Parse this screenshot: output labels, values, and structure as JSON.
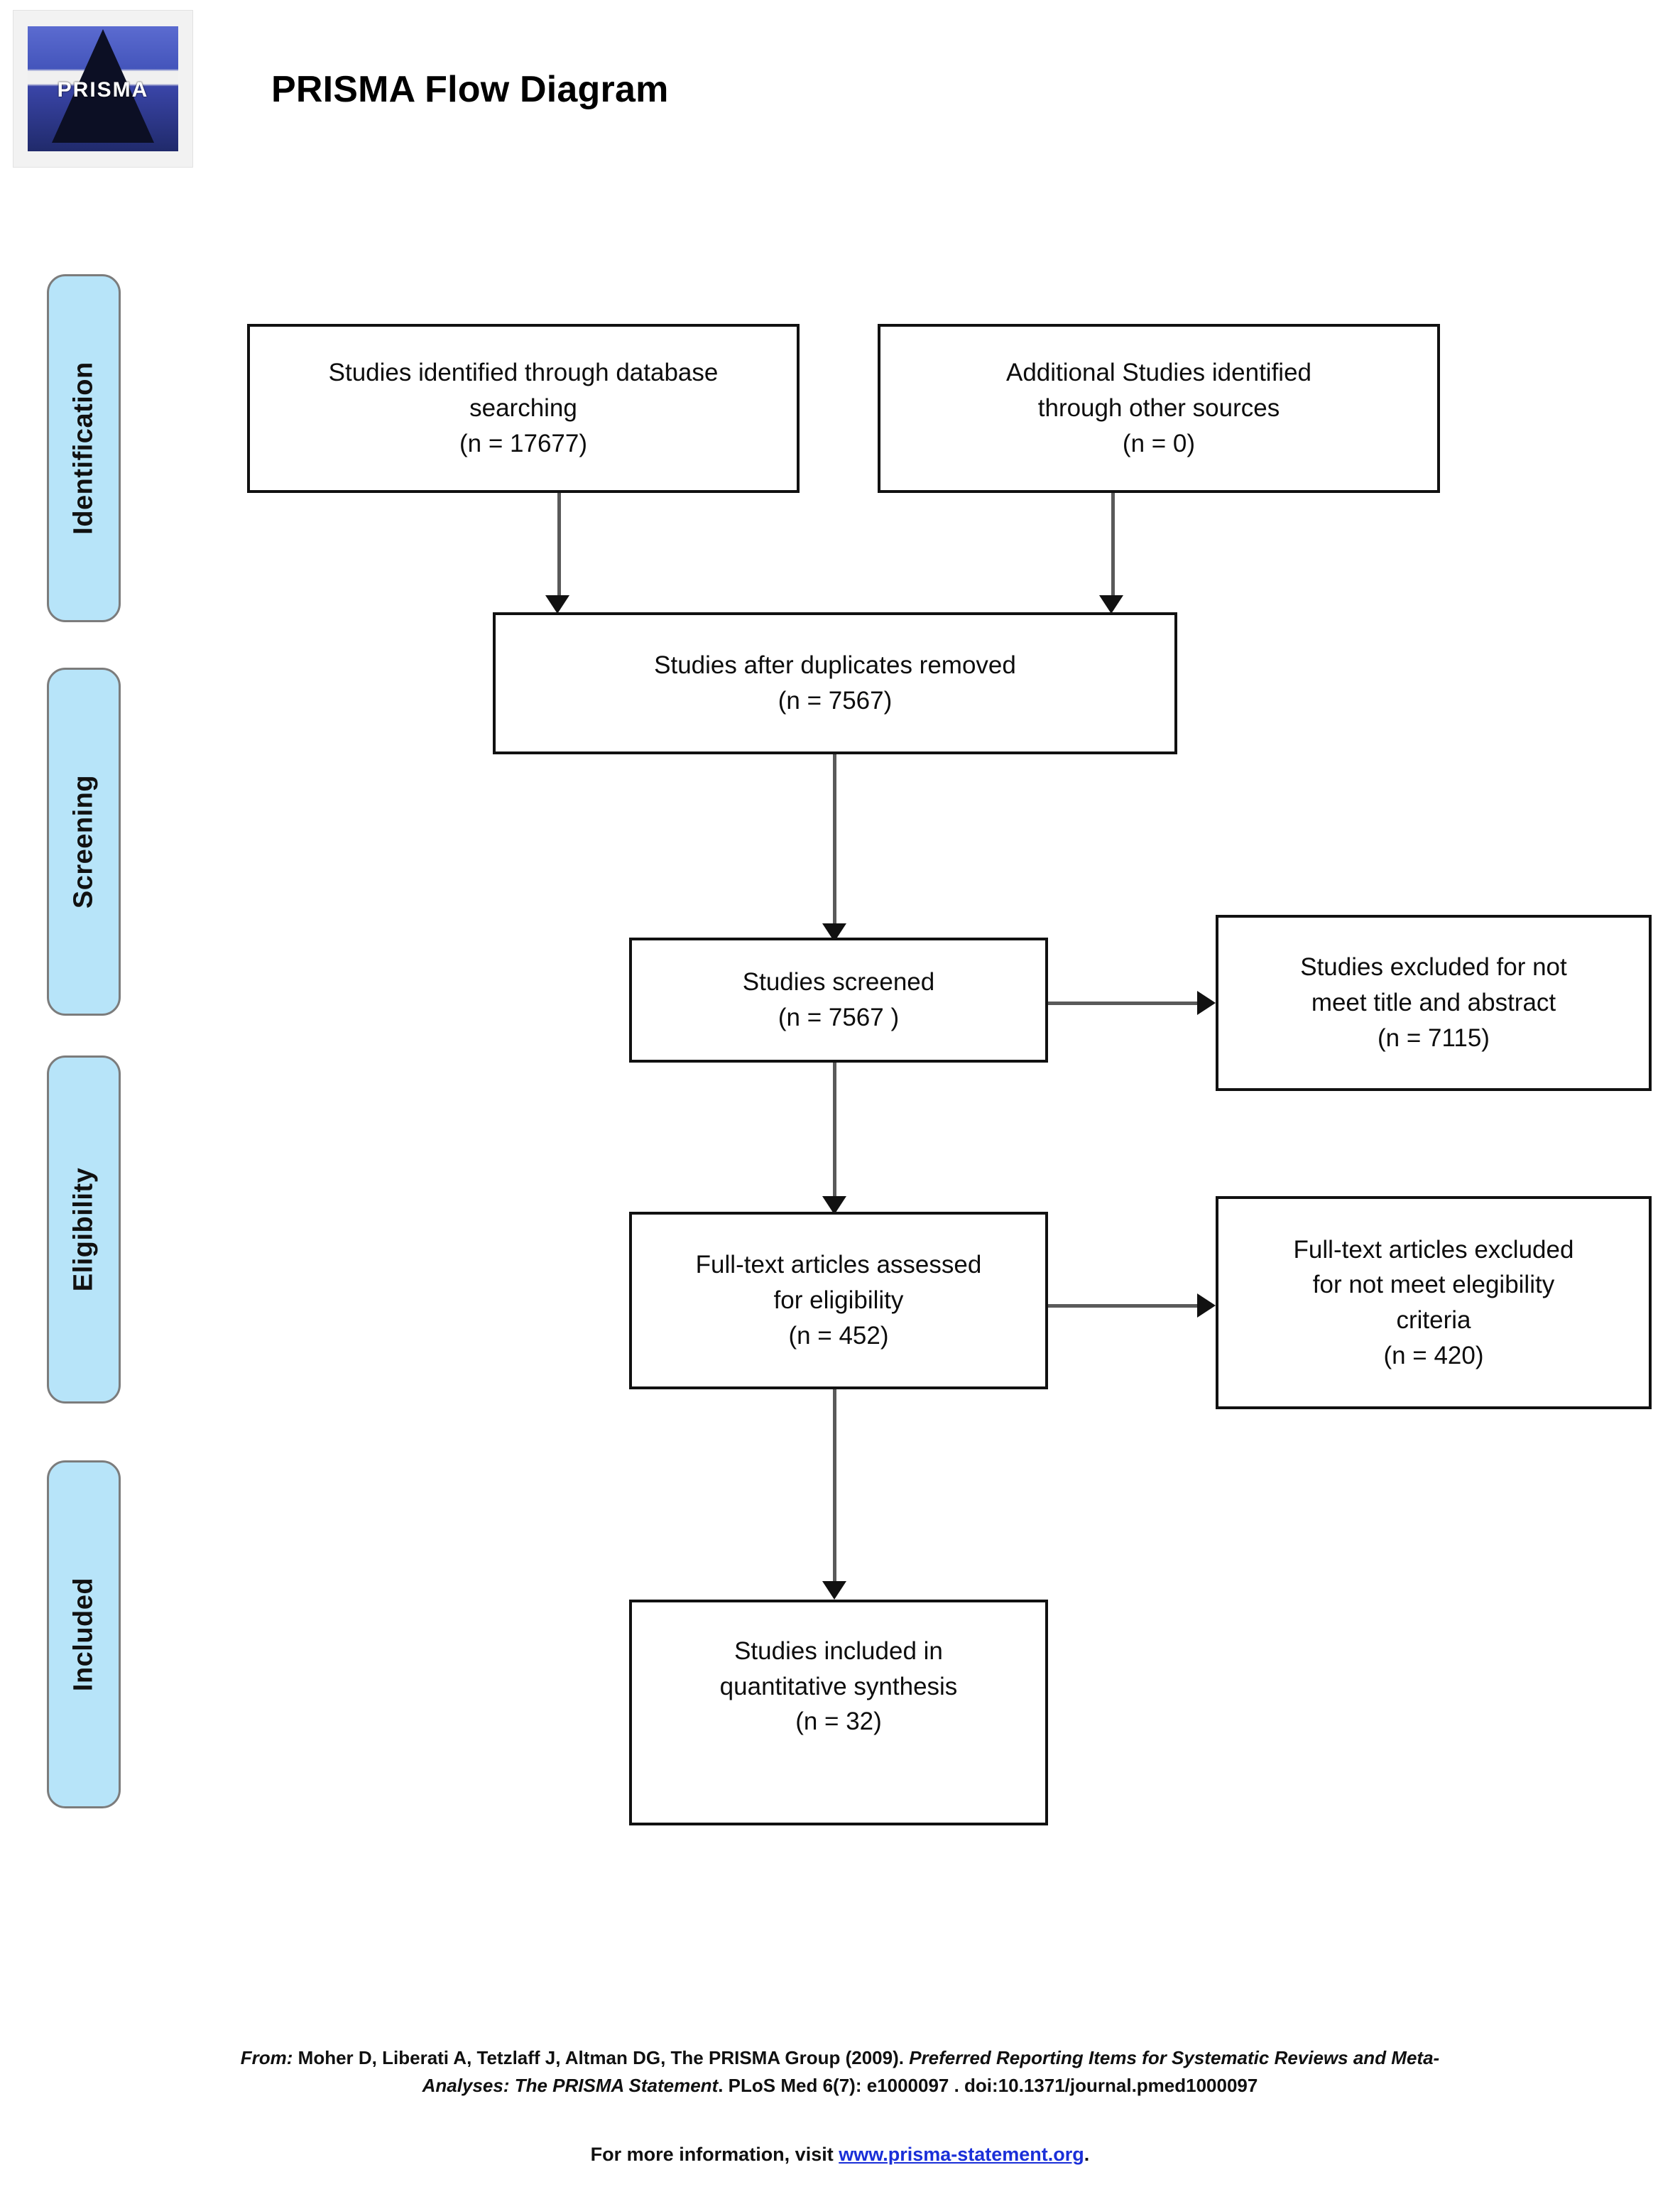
{
  "header": {
    "title": "PRISMA Flow Diagram",
    "logo_word": "PRISMA",
    "logo_icon": "prisma-logo"
  },
  "stages": [
    {
      "id": "identification",
      "label": "Identification"
    },
    {
      "id": "screening",
      "label": "Screening"
    },
    {
      "id": "eligibility",
      "label": "Eligibility"
    },
    {
      "id": "included",
      "label": "Included"
    }
  ],
  "boxes": {
    "database_searching": "Studies identified through database\nsearching\n(n = 17677)",
    "other_sources": "Additional Studies identified\nthrough other sources\n(n = 0)",
    "duplicates_removed": "Studies after duplicates removed\n(n = 7567)",
    "screened": "Studies screened\n(n = 7567 )",
    "excluded_title_abstract": "Studies excluded for not\nmeet title and abstract\n(n = 7115)",
    "fulltext_assessed": "Full-text articles assessed\nfor eligibility\n(n = 452)",
    "fulltext_excluded": "Full-text articles excluded\nfor not meet elegibility\ncriteria\n(n = 420)",
    "included_quantitative": "Studies included in\nquantitative synthesis\n(n = 32)"
  },
  "footer": {
    "citation_from": "From:",
    "citation_line1_a": " Moher D, Liberati A, Tetzlaff J, Altman DG, The PRISMA Group (2009). ",
    "citation_line1_b": "Preferred Reporting Items for Systematic Reviews and Meta-",
    "citation_line2_a": "Analyses: The PRISMA Statement",
    "citation_line2_b": ". PLoS Med 6(7): e1000097 . doi:10.1371/journal.pmed1000097",
    "more_info_prefix": "For more information, visit ",
    "more_info_link": "www.prisma-statement.org",
    "more_info_suffix": "."
  },
  "chart_data": {
    "type": "diagram",
    "title": "PRISMA Flow Diagram",
    "nodes": [
      {
        "id": "database_searching",
        "stage": "Identification",
        "label": "Studies identified through database searching",
        "n": 17677
      },
      {
        "id": "other_sources",
        "stage": "Identification",
        "label": "Additional Studies identified through other sources",
        "n": 0
      },
      {
        "id": "duplicates_removed",
        "stage": "Screening",
        "label": "Studies after duplicates removed",
        "n": 7567
      },
      {
        "id": "screened",
        "stage": "Screening",
        "label": "Studies screened",
        "n": 7567
      },
      {
        "id": "excluded_title_abstract",
        "stage": "Screening",
        "label": "Studies excluded for not meet title and abstract",
        "n": 7115
      },
      {
        "id": "fulltext_assessed",
        "stage": "Eligibility",
        "label": "Full-text articles assessed for eligibility",
        "n": 452
      },
      {
        "id": "fulltext_excluded",
        "stage": "Eligibility",
        "label": "Full-text articles excluded for not meet elegibility criteria",
        "n": 420
      },
      {
        "id": "included_quantitative",
        "stage": "Included",
        "label": "Studies included in quantitative synthesis",
        "n": 32
      }
    ],
    "edges": [
      {
        "from": "database_searching",
        "to": "duplicates_removed"
      },
      {
        "from": "other_sources",
        "to": "duplicates_removed"
      },
      {
        "from": "duplicates_removed",
        "to": "screened"
      },
      {
        "from": "screened",
        "to": "excluded_title_abstract"
      },
      {
        "from": "screened",
        "to": "fulltext_assessed"
      },
      {
        "from": "fulltext_assessed",
        "to": "fulltext_excluded"
      },
      {
        "from": "fulltext_assessed",
        "to": "included_quantitative"
      }
    ]
  }
}
